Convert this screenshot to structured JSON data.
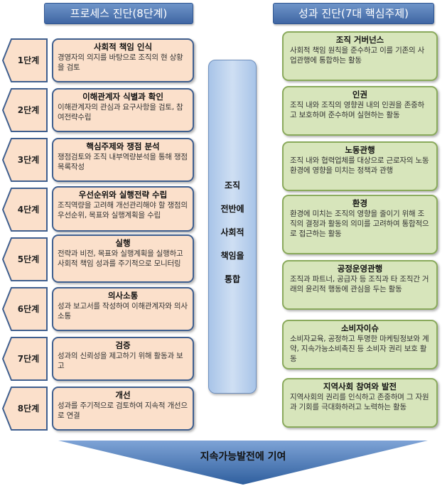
{
  "headers": {
    "left": "프로세스 진단(8단계)",
    "right": "성과 진단(7대 핵심주제)"
  },
  "steps": [
    {
      "label": "1단계",
      "title": "사회적 책임 인식",
      "desc": "경영자의 의지를 바탕으로 조직의 현 상황을 검토"
    },
    {
      "label": "2단계",
      "title": "이해관계자 식별과 확인",
      "desc": "이해관계자의 관심과 요구사항을 검토, 참여전략수립"
    },
    {
      "label": "3단계",
      "title": "핵심주제와 쟁점 분석",
      "desc": "쟁점검토와 조직 내부역량분석을 통해 쟁점목록작성"
    },
    {
      "label": "4단계",
      "title": "우선순위와 실행전략 수립",
      "desc": "조직역량을 고려해 개선관리해야 할 쟁점의 우선순위, 목표와 실행계획을 수립"
    },
    {
      "label": "5단계",
      "title": "실행",
      "desc": "전략과 비전, 목표와 실행계획을 실행하고 사회적 책임 성과를 주기적으로 모니터링"
    },
    {
      "label": "6단계",
      "title": "의사소통",
      "desc": "성과 보고서를 작성하여 이해관계자와 의사소통"
    },
    {
      "label": "7단계",
      "title": "검증",
      "desc": "성과의 신뢰성을 제고하기 위해 활동과 보고"
    },
    {
      "label": "8단계",
      "title": "개선",
      "desc": "성과를 주기적으로 검토하여 지속적 개선으로 연결"
    }
  ],
  "center": {
    "lines": [
      "조직",
      "전반에",
      "사회적",
      "책임을",
      "통합"
    ]
  },
  "topics": [
    {
      "title": "조직 거버넌스",
      "desc": "사회적 책임 원칙을 준수하고 이를 기존의 사업관행에 통합하는 활동"
    },
    {
      "title": "인권",
      "desc": "조직 내와 조직의 영향권 내의 인권을 존중하고 보호하며 준수하며 실현하는 활동"
    },
    {
      "title": "노동관행",
      "desc": "조직 내와 협력업체를 대상으로 근로자의 노동환경에 영향을 미치는 정책과 관행"
    },
    {
      "title": "환경",
      "desc": "환경에 미치는 조직의 영향을 줄이기 위해 조직의 결정과 활동의 의미를 고려하여 통합적으로 접근하는 활동"
    },
    {
      "title": "공정운영관행",
      "desc": "조직과 파트너, 공급자 등 조직과 타 조직간 거래의 윤리적 행동에 관심을 두는 활동"
    },
    {
      "title": "소비자이슈",
      "desc": "소비자교육, 공정하고 투명한 마케팅정보와 계약, 지속가능소비촉진 등 소비자 권리 보호 활동"
    },
    {
      "title": "지역사회 참여와 발전",
      "desc": "지역사회의 권리를 인식하고 존중하며 그 자원과 기회를 극대화하려고 노력하는 활동"
    }
  ],
  "bottom": {
    "text": "지속가능발전에 기여"
  },
  "colors": {
    "header": "#4a72b0",
    "step_box": "#fbe0cb",
    "topic_box": "#d7e5bb",
    "center_bar": "#bcd3ee",
    "arrow": "#2f5f9e"
  }
}
